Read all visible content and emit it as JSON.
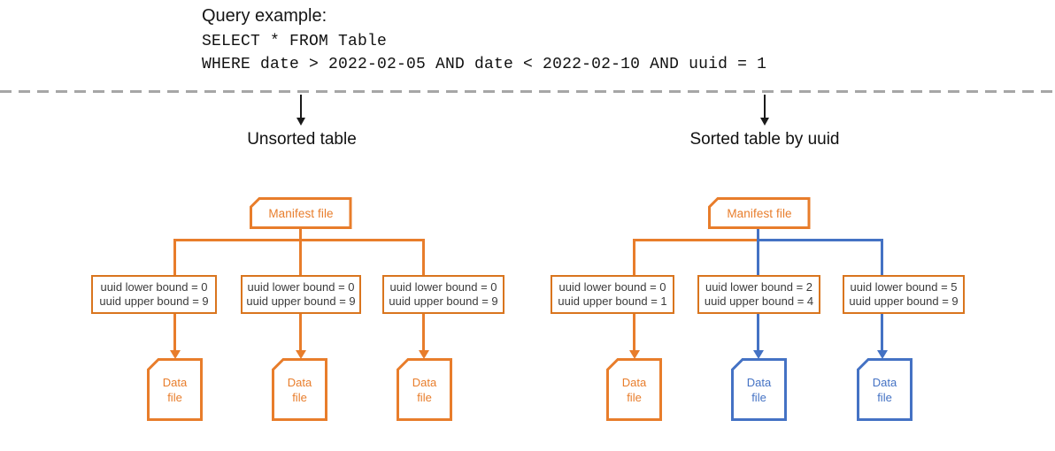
{
  "query": {
    "title": "Query example:",
    "code_line1": "SELECT * FROM Table",
    "code_line2": "WHERE date > 2022-02-05 AND date < 2022-02-10 AND uuid = 1"
  },
  "colors": {
    "orange": "#E87D2B",
    "blue": "#4472C4",
    "divider_gray": "#A6A6A6",
    "box_text": "#3B3B3B"
  },
  "left_diagram": {
    "label": "Unsorted table",
    "manifest_label": "Manifest file",
    "bound_boxes": [
      {
        "line1": "uuid lower bound = 0",
        "line2": "uuid upper bound = 9"
      },
      {
        "line1": "uuid lower bound = 0",
        "line2": "uuid upper bound = 9"
      },
      {
        "line1": "uuid lower bound = 0",
        "line2": "uuid upper bound = 9"
      }
    ],
    "data_files": [
      {
        "word1": "Data",
        "word2": "file",
        "color": "orange"
      },
      {
        "word1": "Data",
        "word2": "file",
        "color": "orange"
      },
      {
        "word1": "Data",
        "word2": "file",
        "color": "orange"
      }
    ]
  },
  "right_diagram": {
    "label": "Sorted table by uuid",
    "manifest_label": "Manifest file",
    "bound_boxes": [
      {
        "line1": "uuid lower bound = 0",
        "line2": "uuid upper bound = 1"
      },
      {
        "line1": "uuid lower bound = 2",
        "line2": "uuid upper bound = 4"
      },
      {
        "line1": "uuid lower bound = 5",
        "line2": "uuid upper bound = 9"
      }
    ],
    "data_files": [
      {
        "word1": "Data",
        "word2": "file",
        "color": "orange"
      },
      {
        "word1": "Data",
        "word2": "file",
        "color": "blue"
      },
      {
        "word1": "Data",
        "word2": "file",
        "color": "blue"
      }
    ]
  }
}
